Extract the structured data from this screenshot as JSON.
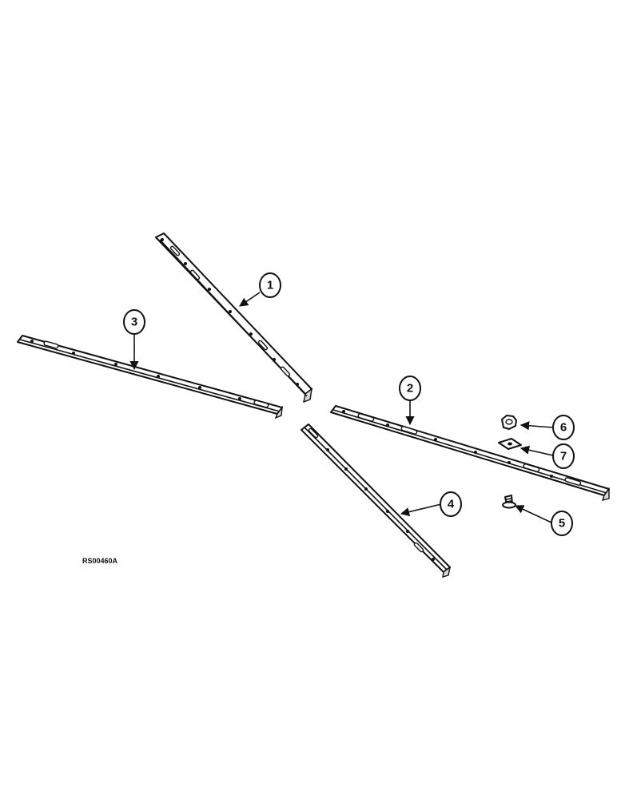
{
  "callouts": [
    {
      "id": "c1",
      "label": "1"
    },
    {
      "id": "c2",
      "label": "2"
    },
    {
      "id": "c3",
      "label": "3"
    },
    {
      "id": "c4",
      "label": "4"
    },
    {
      "id": "c5",
      "label": "5"
    },
    {
      "id": "c6",
      "label": "6"
    },
    {
      "id": "c7",
      "label": "7"
    }
  ],
  "figure_ref": "RS00460A"
}
